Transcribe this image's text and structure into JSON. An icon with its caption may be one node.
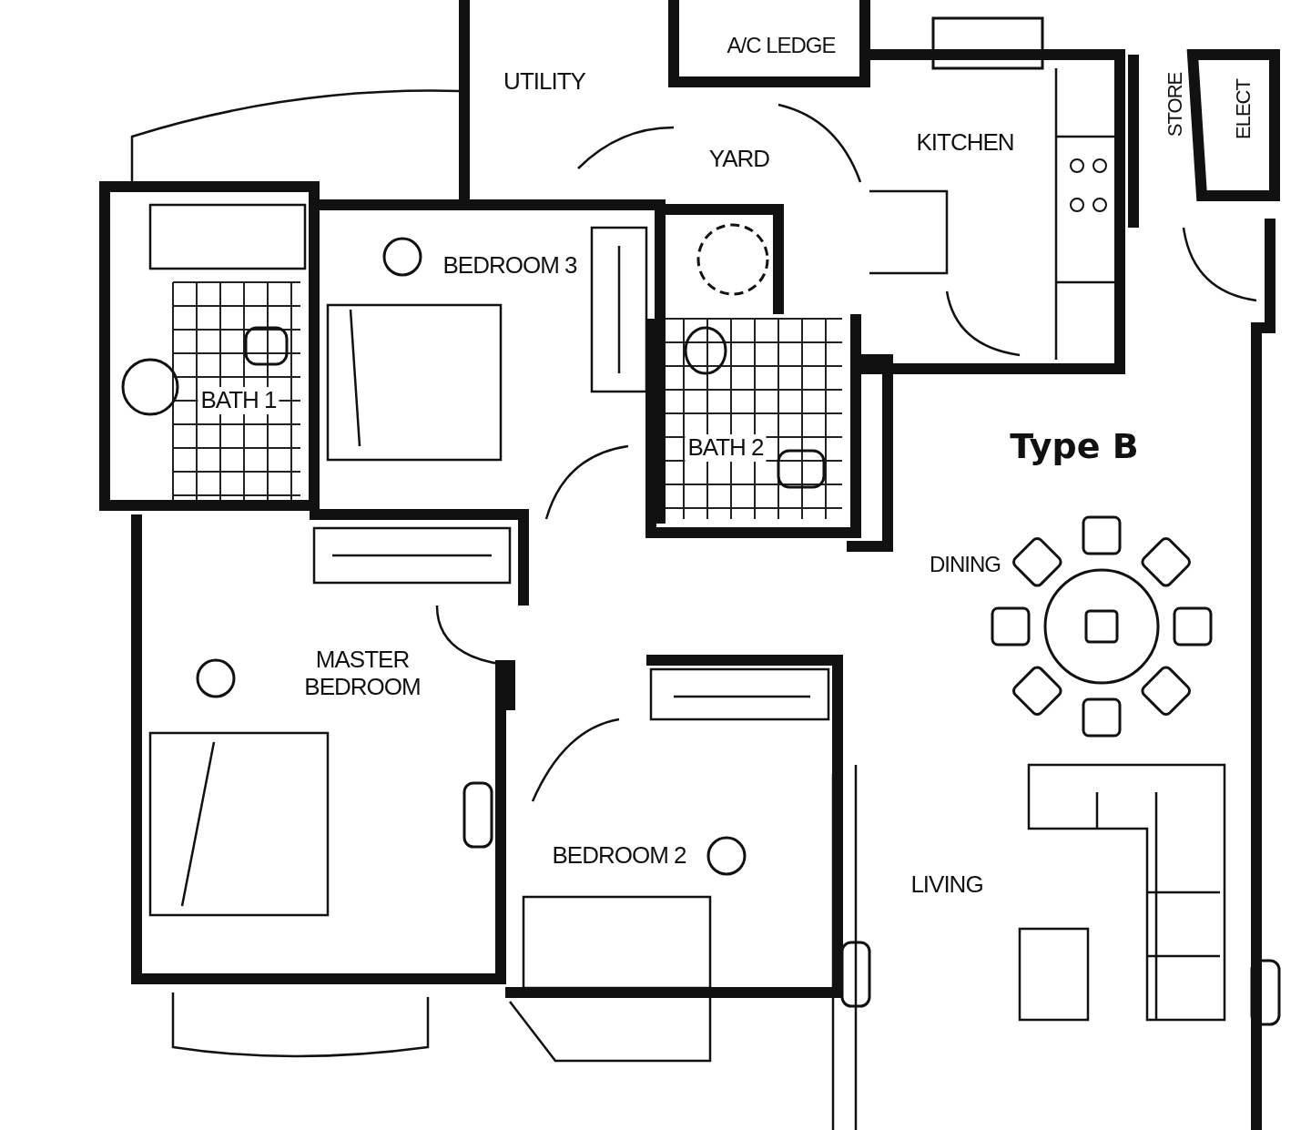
{
  "diagram": {
    "title": "Type B",
    "labels": [
      "UTILITY",
      "A/C LEDGE",
      "YARD",
      "KITCHEN",
      "STORE",
      "ELECT",
      "BEDROOM 3",
      "BATH 1",
      "BATH 2",
      "DINING",
      "MASTER BEDROOM",
      "BEDROOM 2",
      "LIVING"
    ]
  }
}
